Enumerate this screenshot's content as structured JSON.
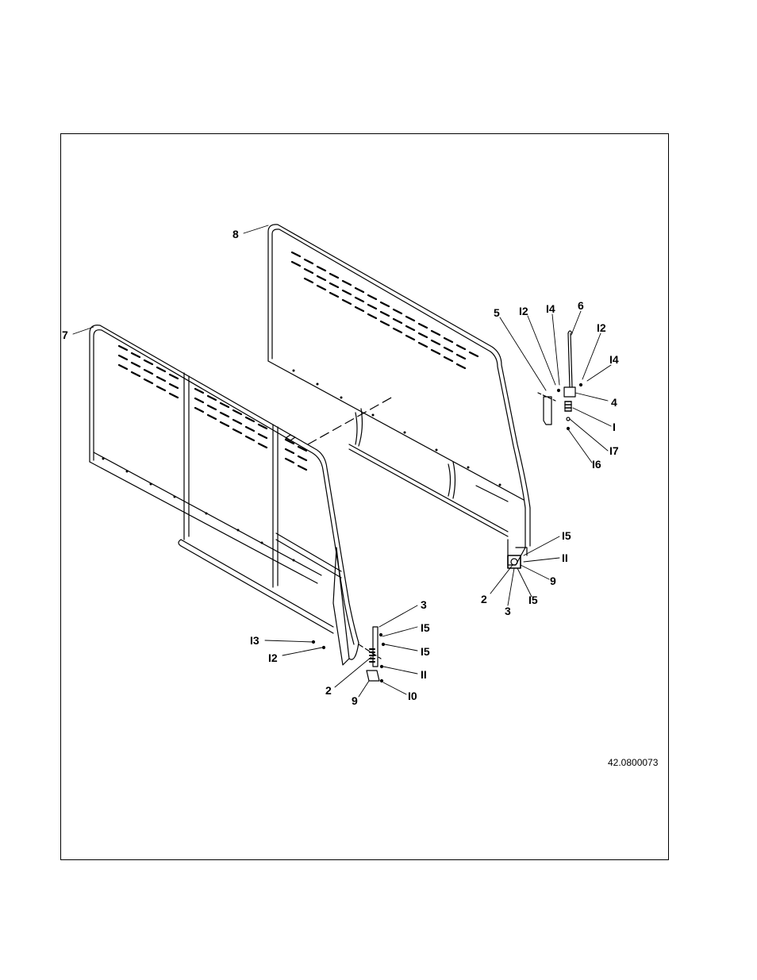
{
  "diagram": {
    "drawing_number": "42.0800073",
    "callouts": {
      "c8": "8",
      "c7": "7",
      "c5": "5",
      "c12a": "I2",
      "c14a": "I4",
      "c6": "6",
      "c12b": "I2",
      "c14b": "I4",
      "c4": "4",
      "c1": "I",
      "c17": "I7",
      "c16": "I6",
      "c15a": "I5",
      "c11a": "II",
      "c9a": "9",
      "c2a": "2",
      "c3a": "3",
      "c15b": "I5",
      "c3b": "3",
      "c15c": "I5",
      "c15d": "I5",
      "c13": "I3",
      "c12c": "I2",
      "c11b": "II",
      "c2b": "2",
      "c9b": "9",
      "c10": "I0"
    }
  }
}
